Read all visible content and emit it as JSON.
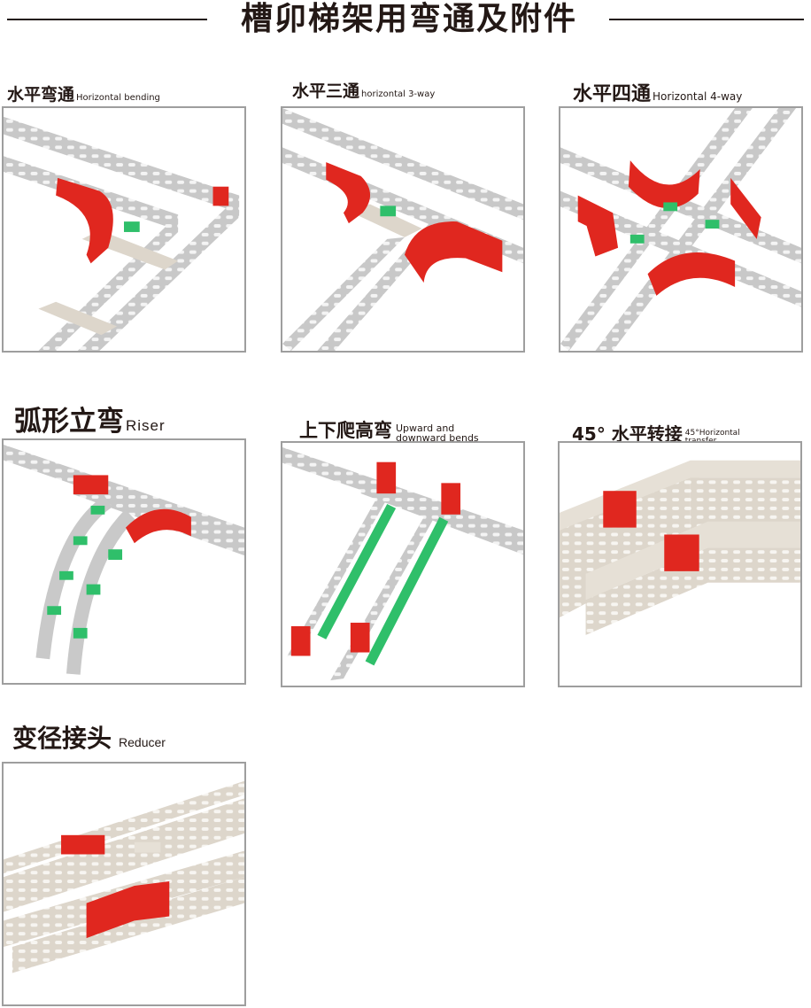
{
  "page_title": "槽卯梯架用弯通及附件",
  "items": [
    {
      "cn": "水平弯通",
      "en": "Horizontal bending"
    },
    {
      "cn": "水平三通",
      "en": "horizontal 3-way"
    },
    {
      "cn": "水平四通",
      "en": "Horizontal 4-way"
    },
    {
      "cn": "弧形立弯",
      "en": "Riser"
    },
    {
      "cn": "上下爬高弯",
      "en_line1": "Upward and",
      "en_line2": "downward bends"
    },
    {
      "cn": "45° 水平转接",
      "en_line1": "45°Horizontal",
      "en_line2": "transfer"
    },
    {
      "cn": "变径接头",
      "en": "Reducer"
    }
  ],
  "colors": {
    "red": "#e0271f",
    "green": "#2fbf6a",
    "steel": "#c9c9c9",
    "cream": "#e6e0d6",
    "border": "#9e9e9e"
  }
}
